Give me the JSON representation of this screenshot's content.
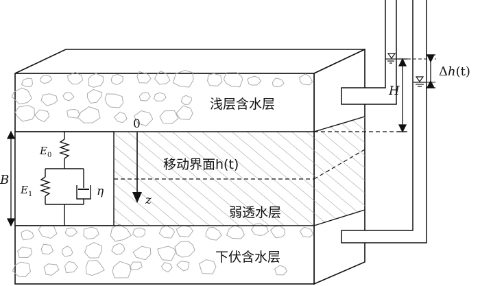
{
  "labels": {
    "shallow_aquifer": "浅层含水层",
    "aquitard": "弱透水层",
    "lower_aquifer": "下伏含水层",
    "moving_interface": "移动界面h(t)",
    "origin": "0",
    "z_axis": "z",
    "thickness": "B",
    "head_H": "H",
    "delta_h_prefix": "Δ",
    "delta_h_var": "h",
    "delta_h_suffix": "(t)",
    "E0_base": "E",
    "E0_sub": "0",
    "E1_base": "E",
    "E1_sub": "1",
    "eta": "η"
  },
  "icons": [
    "water-level-symbol",
    "spring-icon",
    "dashpot-icon"
  ]
}
